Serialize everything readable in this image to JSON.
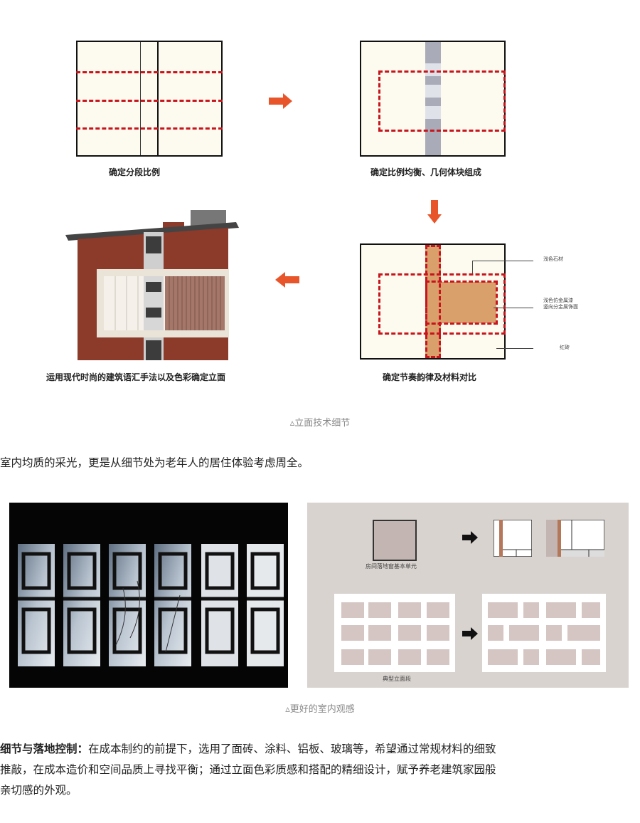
{
  "diagram1": {
    "steps": [
      {
        "caption": "确定分段比例"
      },
      {
        "caption": "确定比例均衡、几何体块组成"
      },
      {
        "caption": "确定节奏韵律及材料对比"
      },
      {
        "caption": "运用现代时尚的建筑语汇手法以及色彩确定立面"
      }
    ],
    "annotations": {
      "stone": "浅色石材",
      "metal_line1": "浅色仿金属漆",
      "metal_line2": "竖向分金属饰面",
      "brick": "红砖"
    },
    "figure_caption": "▵立面技术细节"
  },
  "paragraph1": "室内均质的采光，更是从细节处为老年人的居住体验考虑周全。",
  "diagram2": {
    "label_unit": "房间落地窗基本单元",
    "label_section": "典型立面段",
    "figure_caption": "▵更好的室内观感"
  },
  "paragraph2": {
    "bold": "细节与落地控制：",
    "line1": "在成本制约的前提下，选用了面砖、涂料、铝板、玻璃等，希望通过常规材料的细致",
    "line2": "推敲，在成本造价和空间品质上寻找平衡；通过立面色彩质感和搭配的精细设计，赋予养老建筑家园般",
    "line3": "亲切感的外观。"
  },
  "colors": {
    "accent_red": "#c8141c",
    "arrow_orange": "#e8552a",
    "brick": "#8c3a2a",
    "tan": "#d9a06b"
  }
}
